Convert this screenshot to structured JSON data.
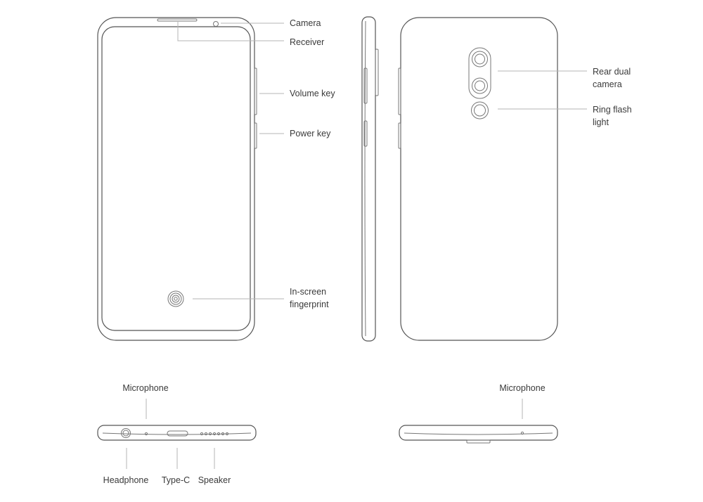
{
  "labels": {
    "camera": "Camera",
    "receiver": "Receiver",
    "volume_key": "Volume key",
    "power_key": "Power key",
    "in_screen_line1": "In-screen",
    "in_screen_line2": "fingerprint",
    "rear_dual_line1": "Rear dual",
    "rear_dual_line2": "camera",
    "ring_flash_line1": "Ring flash",
    "ring_flash_line2": "light",
    "microphone_bottom": "Microphone",
    "headphone": "Headphone",
    "type_c": "Type-C",
    "speaker": "Speaker",
    "microphone_top": "Microphone"
  }
}
